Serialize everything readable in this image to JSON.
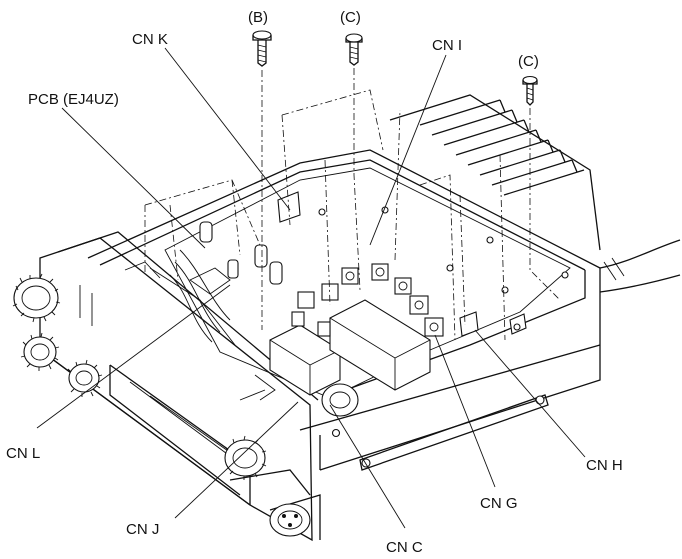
{
  "labels": {
    "screw_b": "(B)",
    "screw_c1": "(C)",
    "screw_c2": "(C)",
    "cn_k": "CN K",
    "cn_i": "CN I",
    "pcb": "PCB (EJ4UZ)",
    "cn_l": "CN L",
    "cn_j": "CN J",
    "cn_c": "CN C",
    "cn_g": "CN G",
    "cn_h": "CN H"
  }
}
